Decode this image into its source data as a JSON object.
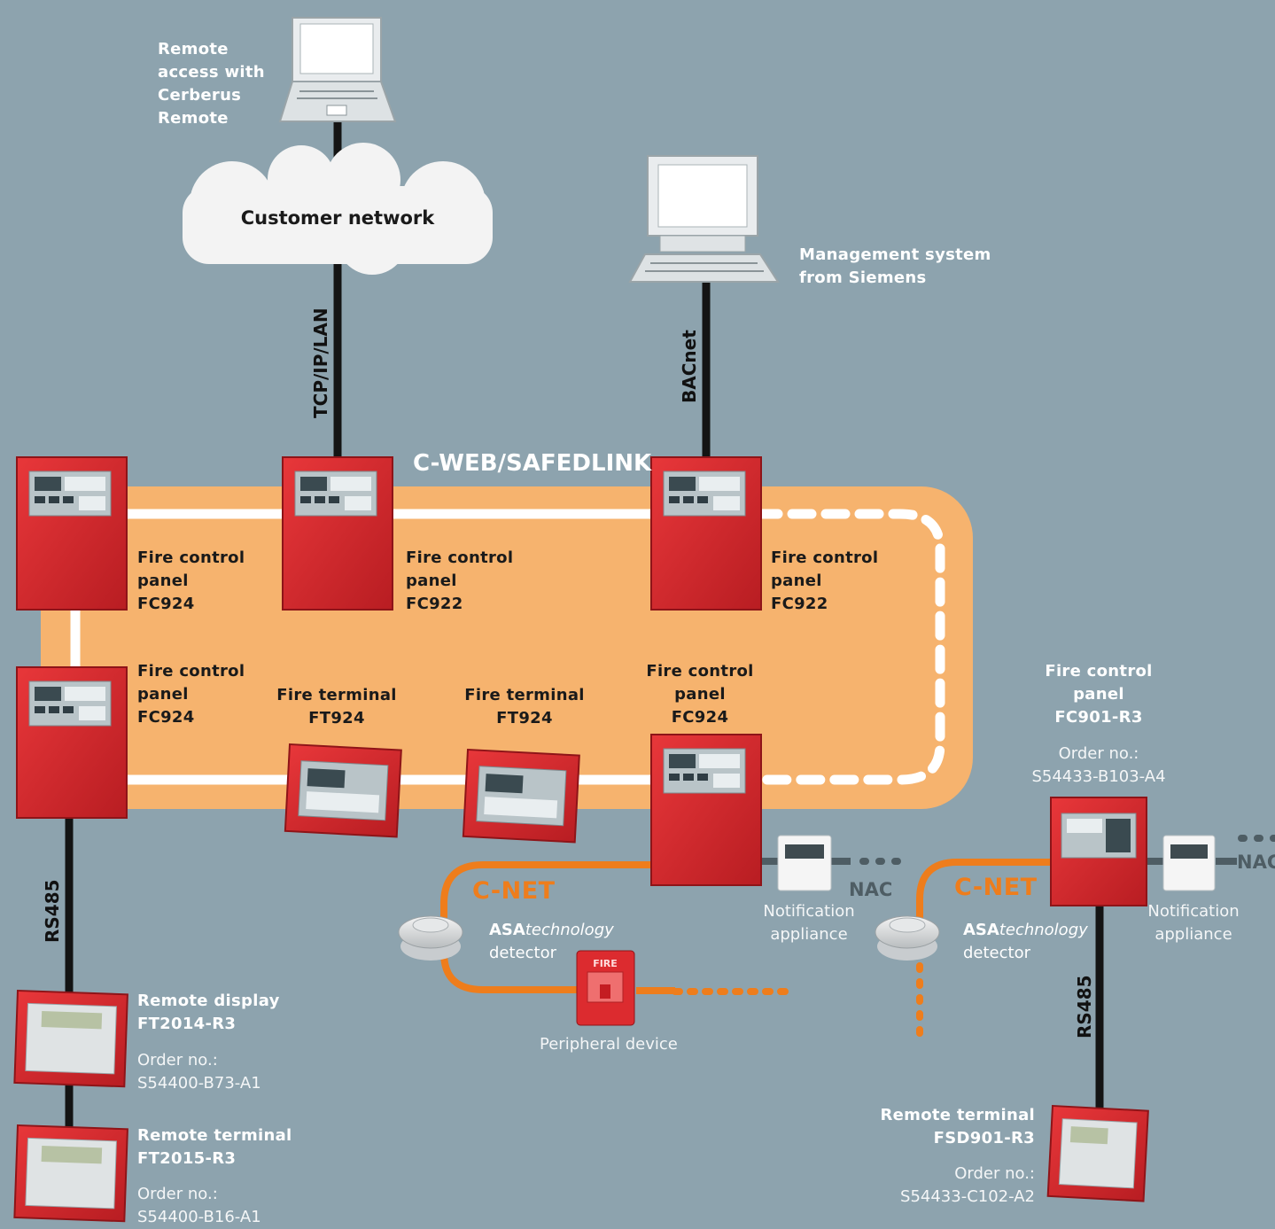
{
  "remote_access": {
    "label": "Remote\naccess with\nCerberus\nRemote"
  },
  "cloud": {
    "label": "Customer network"
  },
  "management": {
    "label": "Management system\nfrom Siemens"
  },
  "links": {
    "tcp": "TCP/IP/LAN",
    "bacnet": "BACnet",
    "rs485_left": "RS485",
    "rs485_right": "RS485"
  },
  "network": {
    "title": "C-WEB/SAFEDLINK"
  },
  "panels": {
    "p1": "Fire control\npanel\nFC924",
    "p2": "Fire control\npanel\nFC922",
    "p3": "Fire control\npanel\nFC922",
    "p4": "Fire control\npanel\nFC924",
    "t1": "Fire terminal\nFT924",
    "t2": "Fire terminal\nFT924",
    "p5": "Fire control\npanel\nFC924",
    "p6": "Fire control\npanel\nFC901-R3",
    "p6_order": "Order no.:\nS54433-B103-A4"
  },
  "cnet": {
    "left": "C-NET",
    "right": "C-NET"
  },
  "nac": {
    "left": "NAC",
    "right": "NAC"
  },
  "devices": {
    "notif_left": "Notification\nappliance",
    "notif_right": "Notification\nappliance",
    "asa_bold": "ASA",
    "asa_italic": "technology",
    "asa_tail": "detector",
    "asa_bold_r": "ASA",
    "asa_italic_r": "technology",
    "asa_tail_r": "detector",
    "peripheral": "Peripheral device",
    "fire_sign": "FIRE"
  },
  "remote_display": {
    "name": "Remote display\nFT2014-R3",
    "order": "Order no.:\nS54400-B73-A1"
  },
  "remote_terminal_left": {
    "name": "Remote terminal\nFT2015-R3",
    "order": "Order no.:\nS54400-B16-A1"
  },
  "remote_terminal_right": {
    "name": "Remote terminal\nFSD901-R3",
    "order": "Order no.:\nS54433-C102-A2"
  },
  "colors": {
    "background": "#8da3ae",
    "network_fill": "#f6b36e",
    "cnet": "#ee7d1c",
    "panel": "#d9262b"
  }
}
